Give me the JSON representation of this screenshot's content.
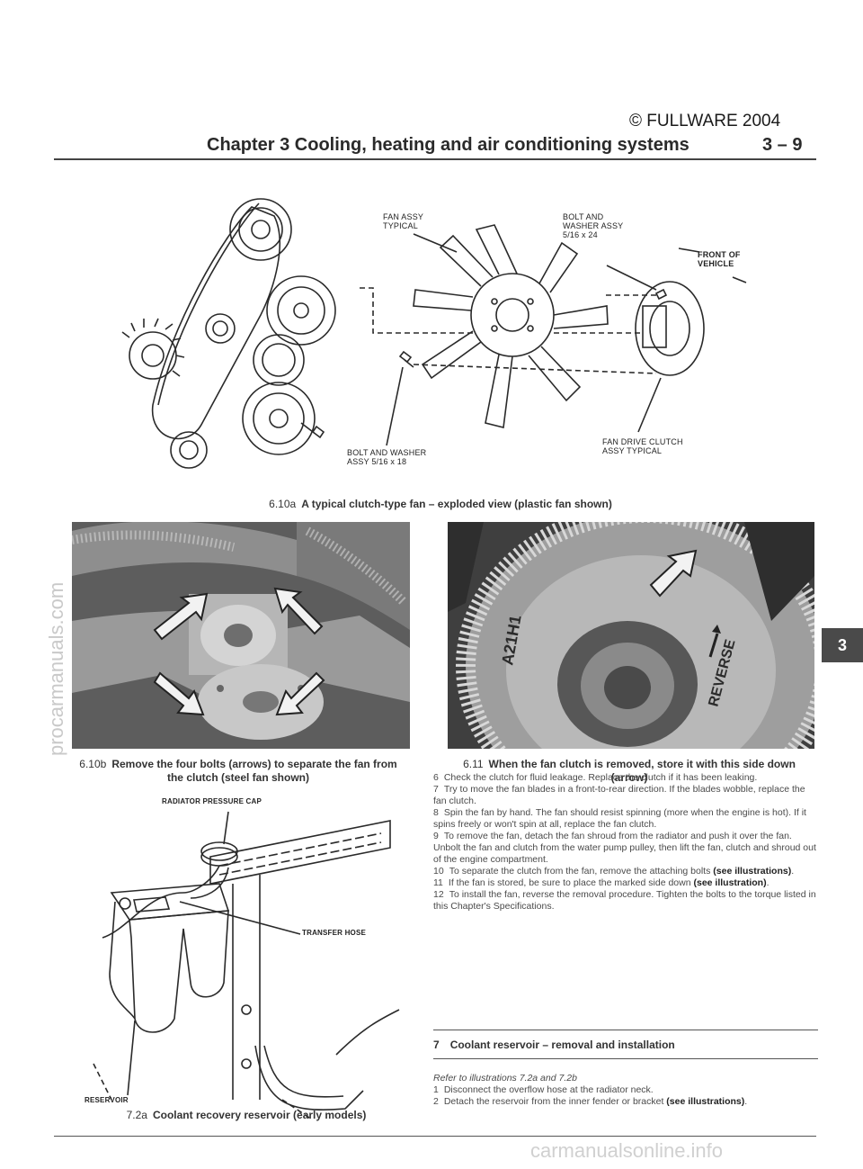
{
  "header": {
    "copyright": "© FULLWARE 2004",
    "chapter_title": "Chapter 3  Cooling, heating and air conditioning systems",
    "page_number": "3 – 9"
  },
  "figure_610a": {
    "labels": {
      "fan_assy": [
        "FAN ASSY",
        "TYPICAL"
      ],
      "bolt_washer_top": [
        "BOLT AND",
        "WASHER ASSY",
        "5/16 x 24"
      ],
      "front_vehicle": [
        "FRONT OF",
        "VEHICLE"
      ],
      "bolt_washer_bottom": [
        "BOLT AND WASHER",
        "ASSY 5/16 x 18"
      ],
      "fan_drive_clutch": [
        "FAN DRIVE CLUTCH",
        "ASSY TYPICAL"
      ]
    },
    "caption_number": "6.10a",
    "caption_text": "A typical clutch-type fan – exploded view (plastic fan shown)"
  },
  "figure_610b": {
    "caption_number": "6.10b",
    "caption_line1": "Remove the four bolts (arrows) to separate the fan from",
    "caption_line2": "the clutch (steel fan shown)"
  },
  "figure_611": {
    "photo_text_1": "A21H1",
    "photo_text_2": "REVERSE",
    "caption_number": "6.11",
    "caption_line1": "When the fan clutch is removed, store it with this side down",
    "caption_line2": "(arrow)"
  },
  "figure_72a": {
    "labels": {
      "radiator_cap": "RADIATOR PRESSURE CAP",
      "transfer_hose": "TRANSFER HOSE",
      "reservoir": "RESERVOIR"
    },
    "caption_number": "7.2a",
    "caption_text": "Coolant recovery reservoir (early models)"
  },
  "body": {
    "p6_num": "6",
    "p6": "Check the clutch for fluid leakage. Replace the clutch if it has been leaking.",
    "p7_num": "7",
    "p7": "Try to move the fan blades in a front-to-rear direction. If the blades wobble, replace the fan clutch.",
    "p8_num": "8",
    "p8": "Spin the fan by hand. The fan should resist spinning (more when the engine is hot). If it spins freely or won't spin at all, replace the fan clutch.",
    "p9_num": "9",
    "p9": "To remove the fan, detach the fan shroud from the radiator and push it over the fan. Unbolt the fan and clutch from the water pump pulley, then lift the fan, clutch and shroud out of the engine compartment.",
    "p10_num": "10",
    "p10": "To separate the clutch from the fan, remove the attaching bolts",
    "p10_ref": "(see illustrations)",
    "p11_num": "11",
    "p11": "If the fan is stored, be sure to place the marked side down",
    "p11_ref": "(see illustration)",
    "p12_num": "12",
    "p12": "To install the fan, reverse the removal procedure. Tighten the bolts to the torque listed in this Chapter's Specifications."
  },
  "section7": {
    "number": "7",
    "heading": "Coolant reservoir – removal and installation",
    "ref": "Refer to illustrations 7.2a and 7.2b",
    "p1_num": "1",
    "p1": "Disconnect the overflow hose at the radiator neck.",
    "p2_num": "2",
    "p2": "Detach the reservoir from the inner fender or bracket",
    "p2_ref": "(see illustrations)"
  },
  "chapter_tab": "3",
  "watermarks": {
    "left": "procarmanuals.com",
    "bottom": "carmanualsonline.info"
  }
}
